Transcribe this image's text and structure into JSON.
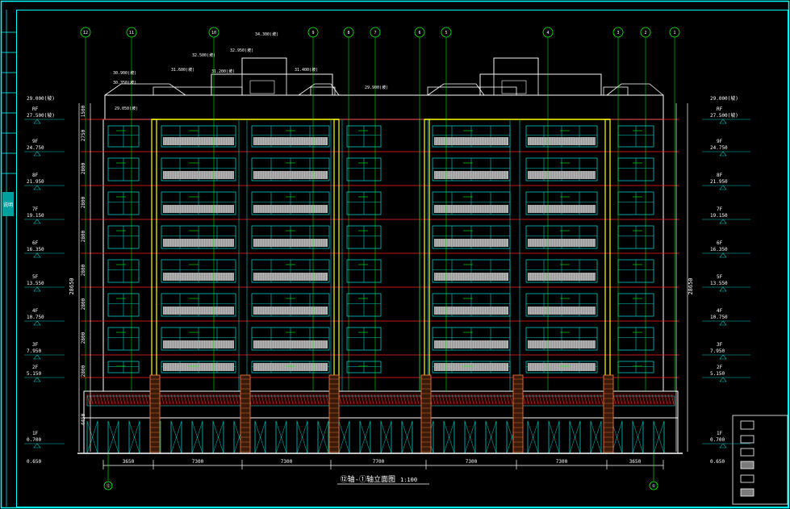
{
  "drawing": {
    "caption": "⑫轴-①轴立面图",
    "caption_scale": "1:100",
    "floors": [
      {
        "name": "RF",
        "elev": "27.500(坡)"
      },
      {
        "name": "9F",
        "elev": "24.750"
      },
      {
        "name": "8F",
        "elev": "21.950"
      },
      {
        "name": "7F",
        "elev": "19.150"
      },
      {
        "name": "6F",
        "elev": "16.350"
      },
      {
        "name": "5F",
        "elev": "13.550"
      },
      {
        "name": "4F",
        "elev": "10.750"
      },
      {
        "name": "3F",
        "elev": "7.950"
      },
      {
        "name": "2F",
        "elev": "5.150"
      },
      {
        "name": "1F",
        "elev": "0.700"
      }
    ],
    "ground_elev": "0.650",
    "roof_top_elev": "29.000(坡)",
    "left_dims": [
      "1500",
      "2750",
      "2800",
      "2800",
      "2800",
      "2800",
      "2800",
      "2800",
      "2800",
      "4450"
    ],
    "total_height": "28650",
    "bottom_dims": [
      "3650",
      "7300",
      "7300",
      "7700",
      "7300",
      "7300",
      "3650"
    ],
    "bottom_axis_left": "⑫",
    "bottom_axis_right": "①",
    "top_bubbles": [
      "12",
      "11",
      "10",
      "9",
      "8",
      "7",
      "6",
      "5",
      "4",
      "3",
      "2",
      "1"
    ],
    "top_notes": [
      "34.300(坡)",
      "32.950(坡)",
      "32.500(坡)",
      "31.600(坡)",
      "31.400(坡)",
      "31.200(坡)",
      "30.900(坡)",
      "30.350(坡)",
      "29.900(坡)",
      "29.050(坡)"
    ],
    "side_tab": "说明",
    "colors": {
      "background": "#000000",
      "frame": "#00ffff",
      "wall": "#ffffff",
      "level": "#ff2020",
      "pilaster": "#ffff00",
      "glass": "#00c8c8",
      "railing": "#b4b4b4",
      "axis": "#00ff00",
      "column": "#ff8040",
      "base_hatch": "#ff4040"
    }
  }
}
